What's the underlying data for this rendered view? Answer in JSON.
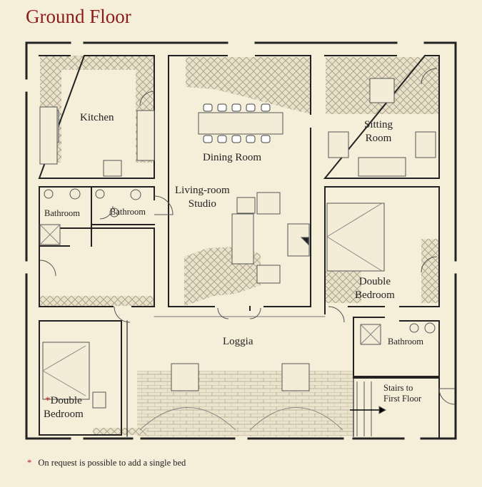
{
  "title": "Ground Floor",
  "rooms": {
    "kitchen": "Kitchen",
    "dining": "Dining Room",
    "sitting_1": "Sitting",
    "sitting_2": "Room",
    "bath_left": "Bathroom",
    "bath_mid": "Bathroom",
    "living_1": "Living-room",
    "living_2": "Studio",
    "double_right_1": "Double",
    "double_right_2": "Bedroom",
    "bath_right": "Bathroom",
    "loggia": "Loggia",
    "double_left_1": "Double",
    "double_left_2": "Bedroom",
    "stairs_1": "Stairs to",
    "stairs_2": "First Floor"
  },
  "marker": "*",
  "footnote": "On request is possible to add a single bed",
  "colors": {
    "title": "#8c1c1c",
    "marker": "#b01e1e",
    "wall": "#222222",
    "background": "#f5eed9"
  }
}
